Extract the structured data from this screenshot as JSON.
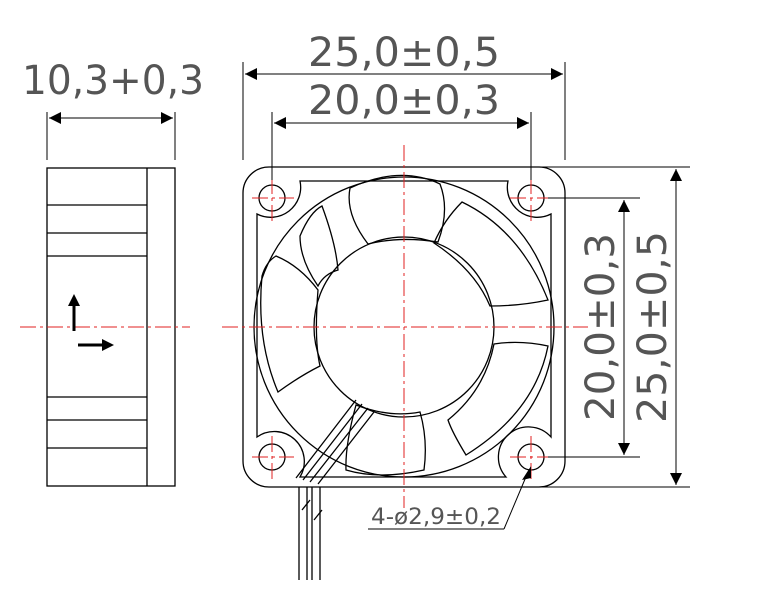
{
  "dimensions": {
    "side_thickness": "10,3+0,3",
    "overall_width": "25,0±0,5",
    "hole_spacing_width": "20,0±0,3",
    "hole_spacing_height": "20,0±0,3",
    "overall_height": "25,0±0,5",
    "mounting_holes": "4-ø2,9±0,2"
  },
  "colors": {
    "line": "#000000",
    "centerline": "#e02020",
    "dim_text": "#555555"
  },
  "icons": {
    "airflow": "airflow-arrow-icon",
    "rotation": "rotation-arrow-icon"
  }
}
